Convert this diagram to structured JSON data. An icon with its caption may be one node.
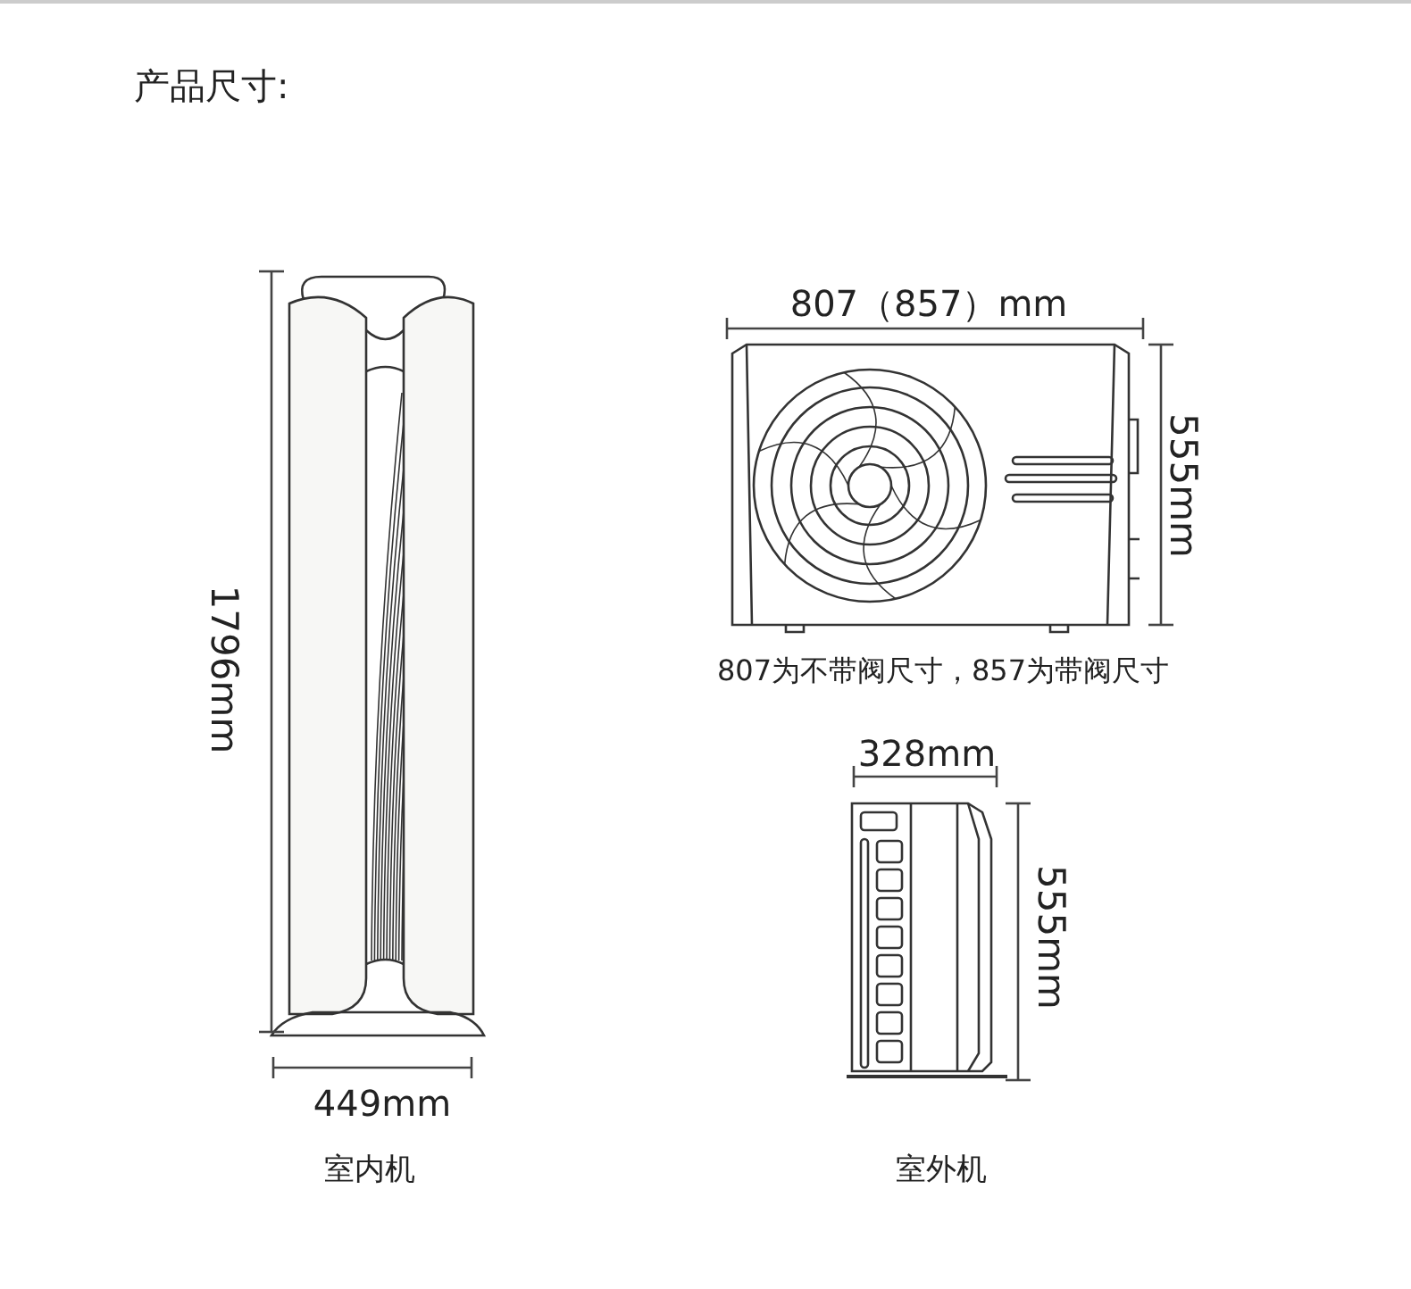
{
  "diagram": {
    "title": "产品尺寸:",
    "labels": [
      "1796mm",
      "449mm",
      "室内机",
      "807（857）mm",
      "555mm",
      "807为不带阀尺寸，857为带阀尺寸",
      "328mm",
      "555mm",
      "室外机"
    ]
  }
}
